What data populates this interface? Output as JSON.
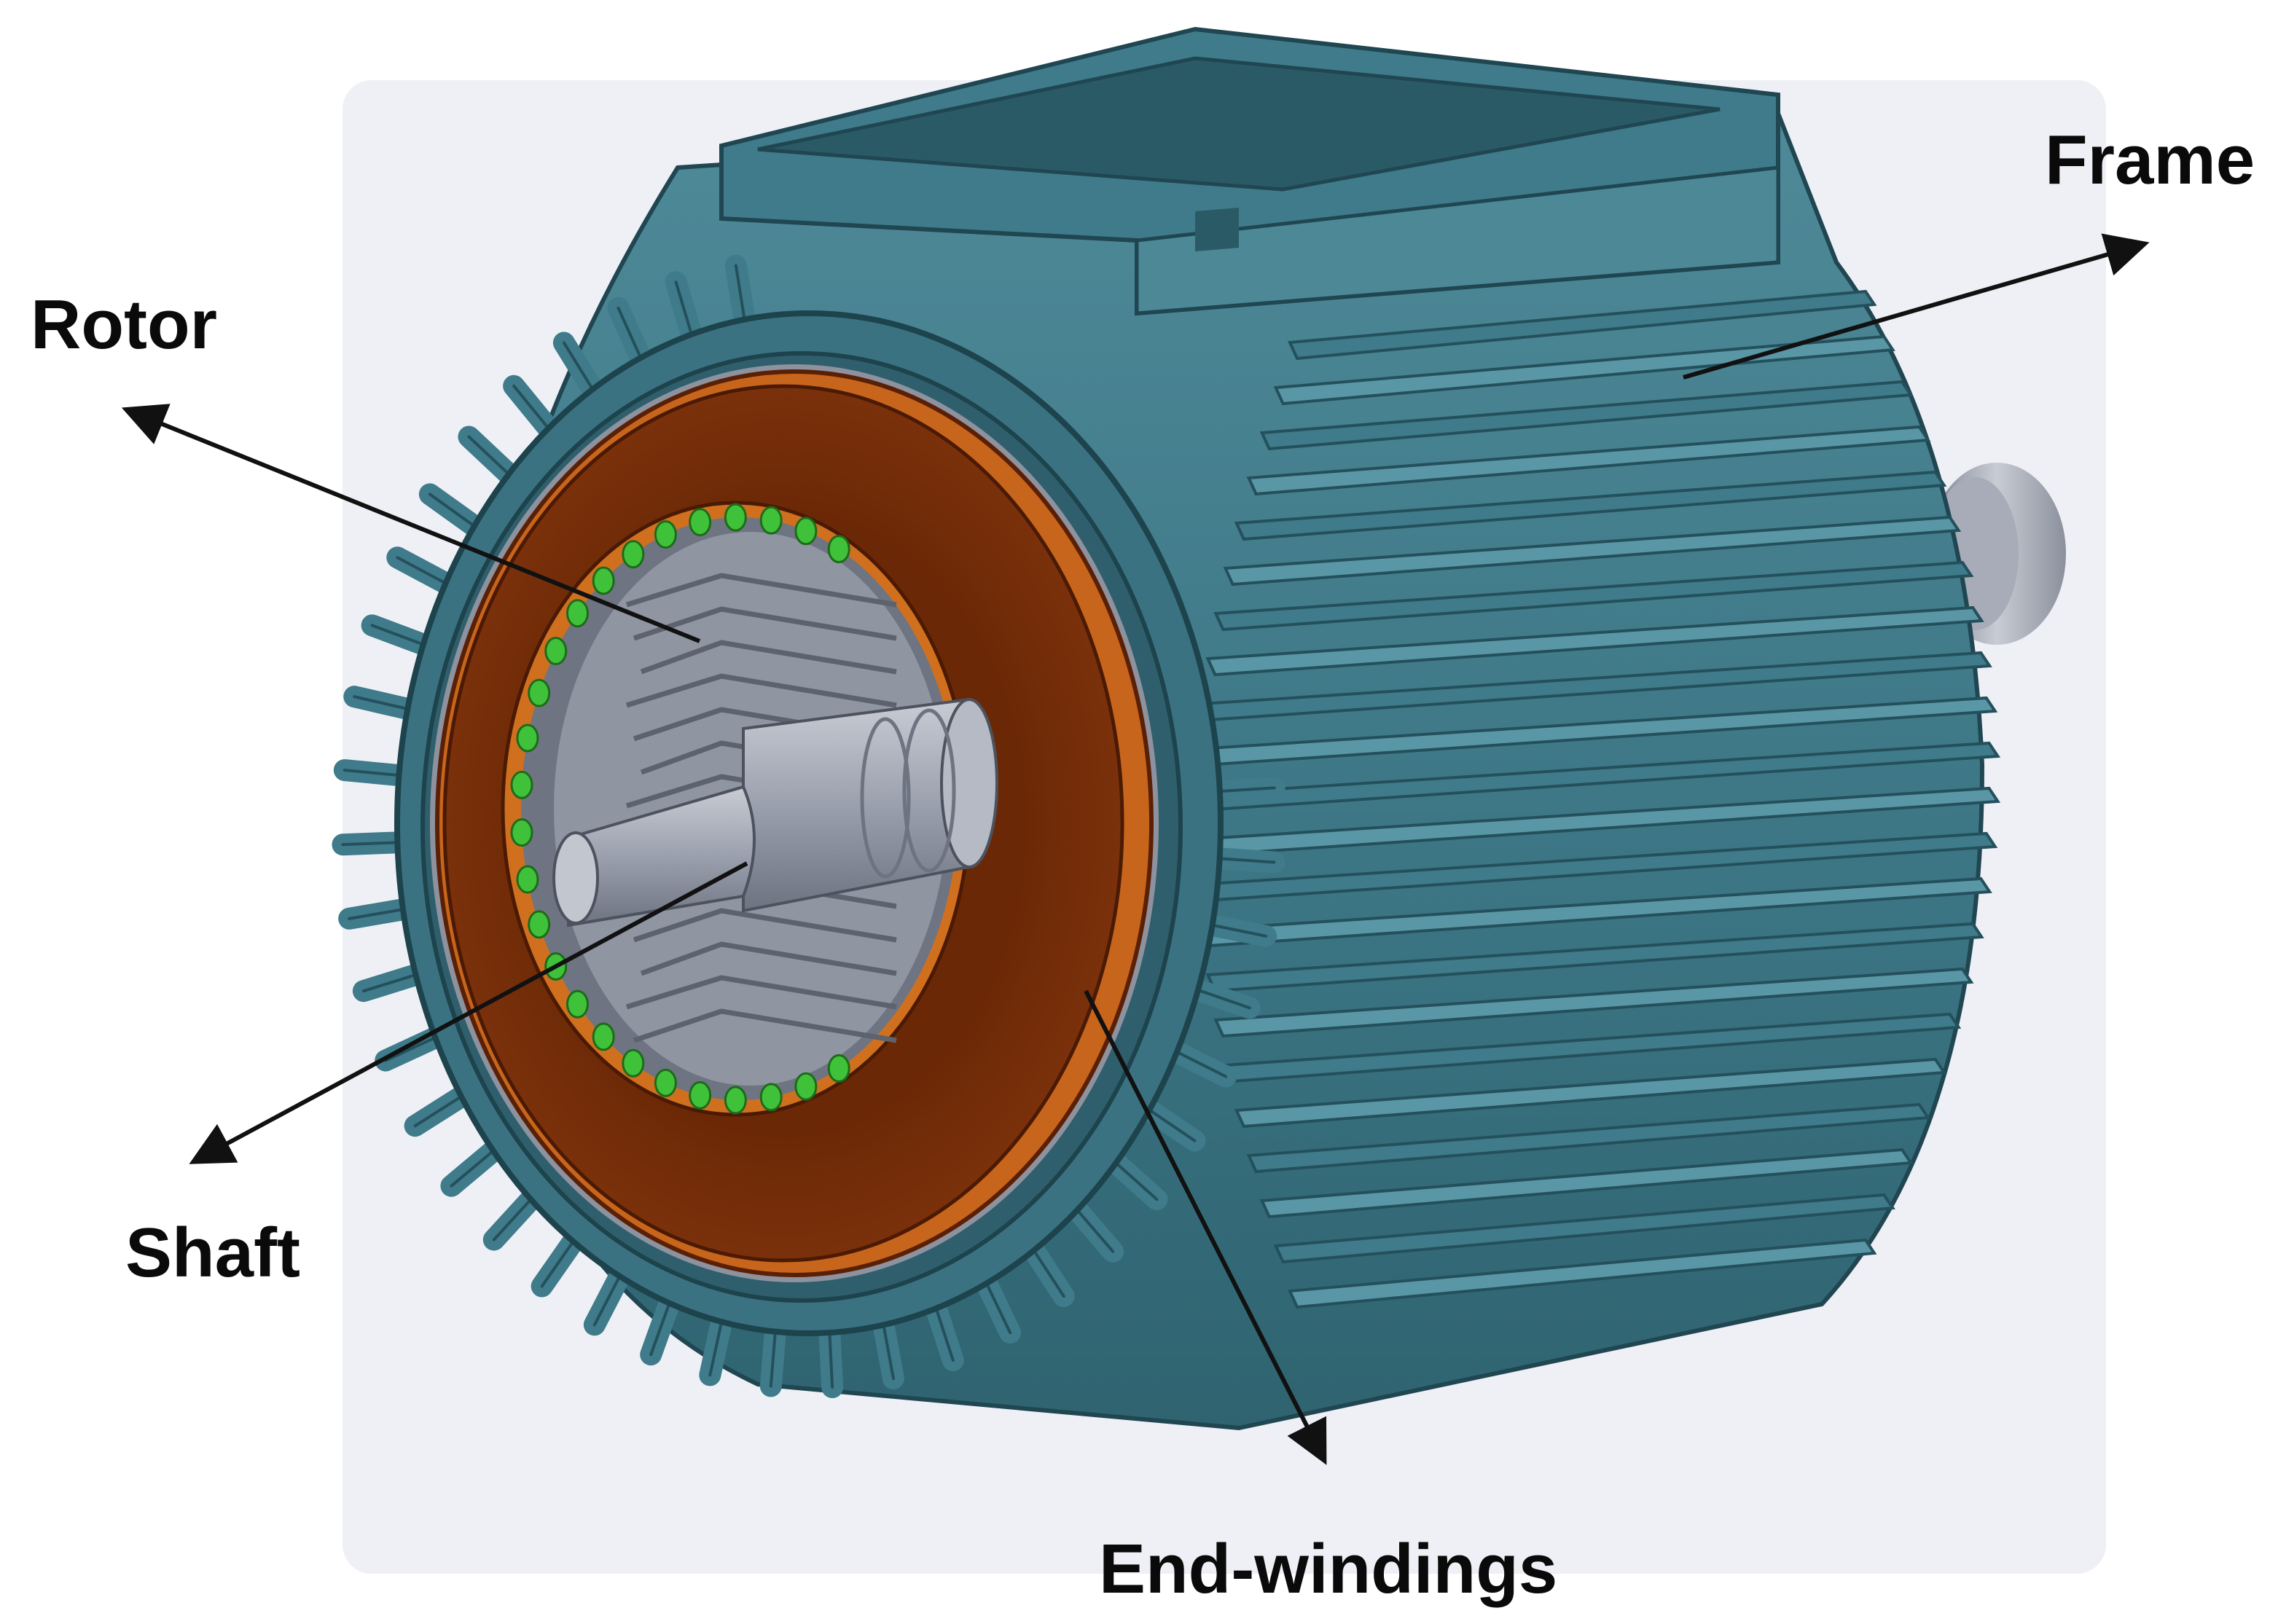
{
  "labels": {
    "rotor": "Rotor",
    "frame": "Frame",
    "shaft": "Shaft",
    "end_windings": "End-windings"
  },
  "colors": {
    "frame_teal": "#3f7b8a",
    "frame_light": "#5a97a6",
    "frame_dark": "#24505c",
    "copper_dark": "#6e2a08",
    "copper_light": "#c8651c",
    "steel": "#9aa0ad",
    "winding_green": "#3fc23a",
    "arrow": "#111111"
  }
}
